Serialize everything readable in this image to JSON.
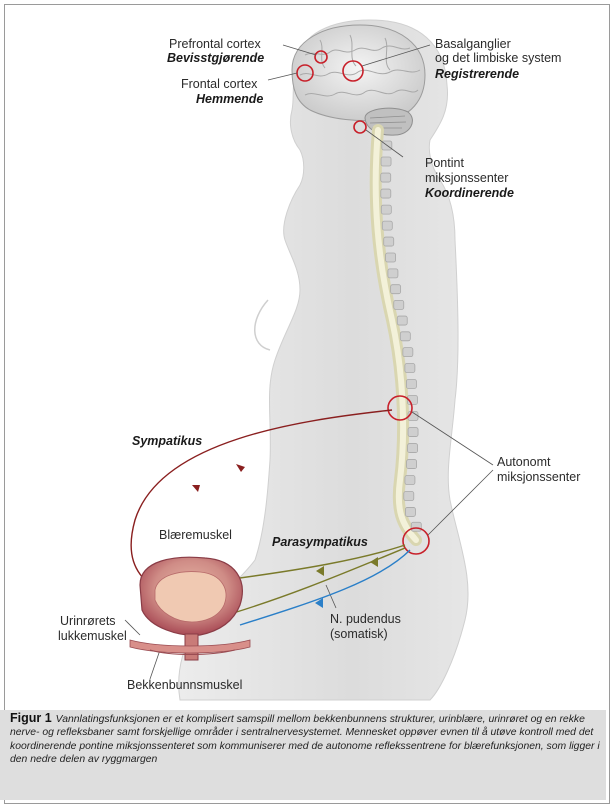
{
  "labels": {
    "prefrontal_name": "Prefrontal cortex",
    "prefrontal_role": "Bevisstgjørende",
    "frontal_name": "Frontal cortex",
    "frontal_role": "Hemmende",
    "basal_name_1": "Basalganglier",
    "basal_name_2": "og det limbiske system",
    "basal_role": "Registrerende",
    "pontint_name_1": "Pontint",
    "pontint_name_2": "miksjonssenter",
    "pontint_role": "Koordinerende",
    "sympatikus": "Sympatikus",
    "parasympatikus": "Parasympatikus",
    "autonomt_1": "Autonomt",
    "autonomt_2": "miksjonssenter",
    "blaeremuskel": "Blæremuskel",
    "urinrorets_1": "Urinrørets",
    "urinrorets_2": "lukkemuskel",
    "pudendus_1": "N. pudendus",
    "pudendus_2": "(somatisk)",
    "bekkenbunn": "Bekkenbunnsmuskel"
  },
  "caption": {
    "figure_label": "Figur 1",
    "text": "Vannlatingsfunksjonen er et komplisert samspill mellom bekkenbunnens strukturer, urinblære, urinrøret og en rekke nerve- og refleksbaner samt forskjellige områder i sentralnervesystemet. Mennesket oppøver evnen til å utøve kontroll med det koordinerende pontine miksjonssenteret som kommuniserer med de autonome reflekssentrene for blærefunksjonen, som ligger i den nedre delen av ryggmargen"
  },
  "colors": {
    "body_fill": "#e2e2e2",
    "marker_red": "#c8202a",
    "sympathetic": "#8a1f1f",
    "parasympathetic": "#7a7a2a",
    "somatic": "#2a7fc8",
    "spine": "#e8e6c8",
    "bladder": "#c46a70",
    "caption_bg": "#dedede"
  }
}
